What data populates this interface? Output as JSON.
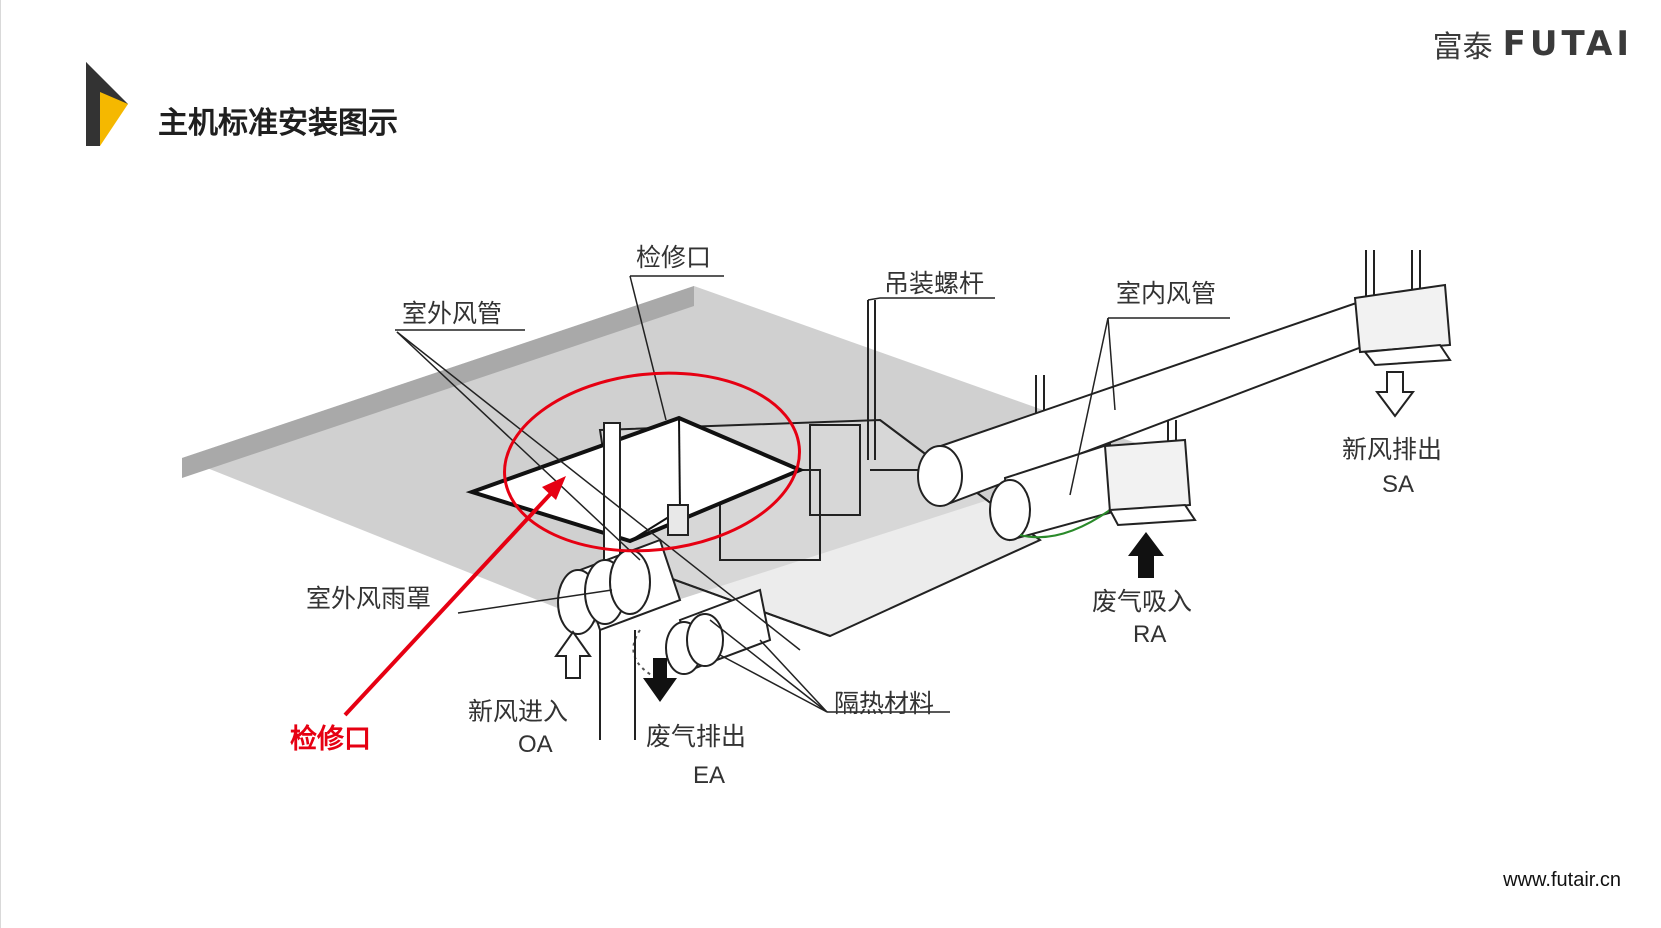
{
  "header": {
    "title": "主机标准安装图示",
    "brand_cn": "富泰",
    "brand_en": "FUTAI"
  },
  "footer": {
    "website": "www.futair.cn"
  },
  "diagram": {
    "labels": {
      "access_top": "检修口",
      "outdoor_duct": "室外风管",
      "hanger_rod": "吊装螺杆",
      "indoor_duct": "室内风管",
      "rain_hood": "室外风雨罩",
      "insulation": "隔热材料",
      "fresh_in": "新风进入",
      "fresh_in_en": "OA",
      "exhaust_out": "废气排出",
      "exhaust_out_en": "EA",
      "exhaust_in": "废气吸入",
      "exhaust_in_en": "RA",
      "fresh_out": "新风排出",
      "fresh_out_en": "SA",
      "access_highlight": "检修口"
    },
    "colors": {
      "ceiling": "#c8c8c8",
      "highlight": "#e60012",
      "logo_dark": "#333333",
      "logo_yellow": "#f5b800"
    }
  }
}
